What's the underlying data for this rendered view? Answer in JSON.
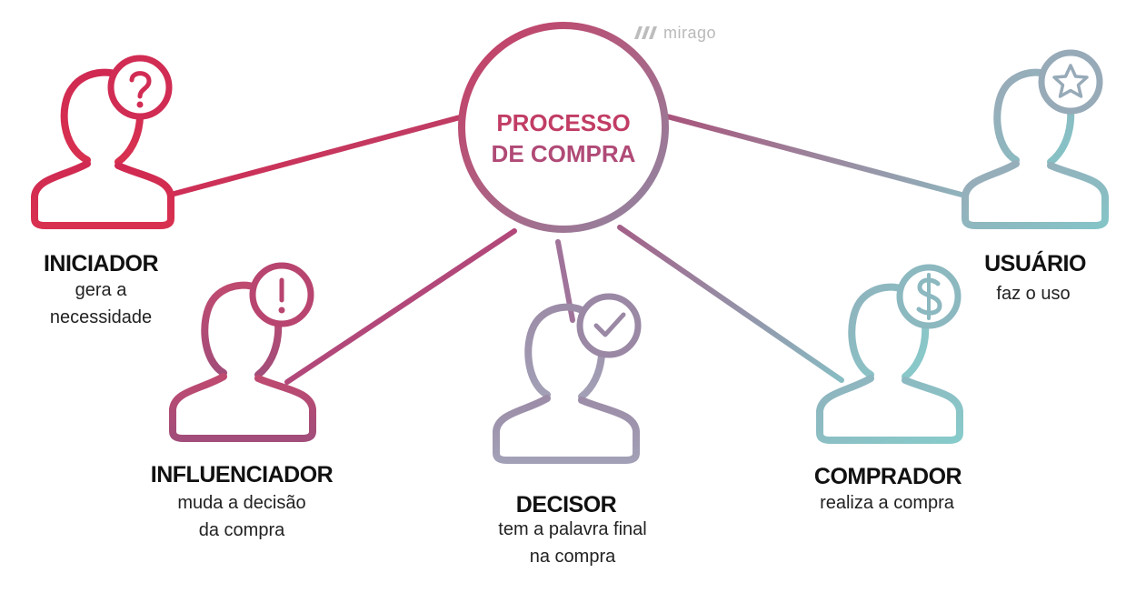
{
  "logo": {
    "text": "mirago"
  },
  "center": {
    "line1": "PROCESSO",
    "line2": "DE COMPRA"
  },
  "roles": {
    "iniciador": {
      "title": "INICIADOR",
      "desc1": "gera a",
      "desc2": "necessidade",
      "icon": "question-icon"
    },
    "influenciador": {
      "title": "INFLUENCIADOR",
      "desc1": "muda a decisão",
      "desc2": "da compra",
      "icon": "exclamation-icon"
    },
    "decisor": {
      "title": "DECISOR",
      "desc1": "tem a palavra final",
      "desc2": "na compra",
      "icon": "check-icon"
    },
    "comprador": {
      "title": "COMPRADOR",
      "desc1": "realiza a compra",
      "icon": "dollar-icon"
    },
    "usuario": {
      "title": "USUÁRIO",
      "desc1": "faz o uso",
      "icon": "star-icon"
    }
  },
  "colors": {
    "iniciador": "#d6294f",
    "influenciador": "#b6476f",
    "decisor": "#9a8aa6",
    "comprador": "#86c2c7",
    "usuario": "#92b3bd",
    "center_left": "#c33d63",
    "center_right": "#8f8ea8"
  }
}
